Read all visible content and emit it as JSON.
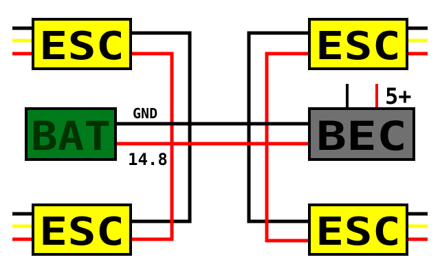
{
  "modules": {
    "esc_top_left": {
      "label": "ESC"
    },
    "esc_bottom_left": {
      "label": "ESC"
    },
    "esc_top_right": {
      "label": "ESC"
    },
    "esc_bottom_right": {
      "label": "ESC"
    },
    "battery": {
      "label": "BAT"
    },
    "bec": {
      "label": "BEC"
    }
  },
  "wire_labels": {
    "gnd": "GND",
    "voltage": "14.8",
    "bec_output": "5+"
  },
  "colors": {
    "esc_fill": "#ffff00",
    "esc_text": "#000000",
    "battery_fill": "#007a1a",
    "battery_text": "#003300",
    "bec_fill": "#707070",
    "bec_text": "#000000",
    "ground_wire": "#000000",
    "positive_wire": "#ff0000",
    "signal_wire": "#ffff00",
    "background": "#ffffff"
  }
}
